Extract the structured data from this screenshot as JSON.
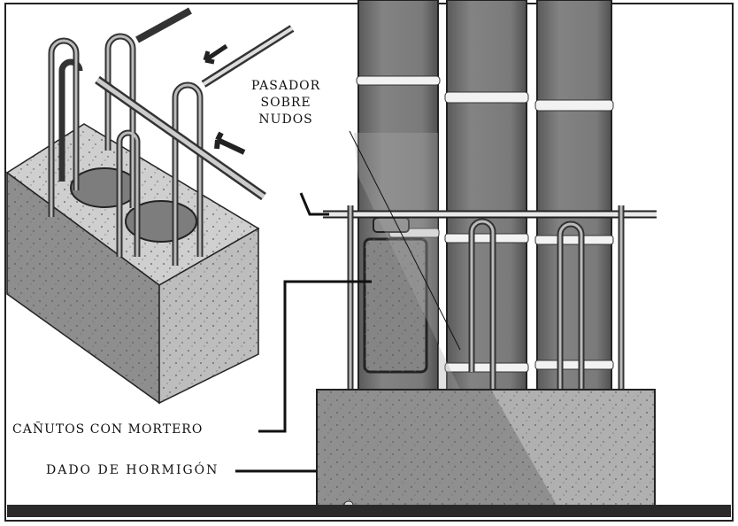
{
  "labels": {
    "pasador": [
      "PASADOR",
      "SOBRE",
      "NUDOS"
    ],
    "canutos": "CAÑUTOS CON MORTERO",
    "dado": "DADO DE HORMIGÓN"
  },
  "colors": {
    "bamboo": "#7b7b7b",
    "bamboo_dark": "#555555",
    "concrete_light": "#cfcfcf",
    "concrete_mid": "#9a9a9a",
    "concrete_dark": "#6f6f6f",
    "band": "#f2f2f2"
  }
}
